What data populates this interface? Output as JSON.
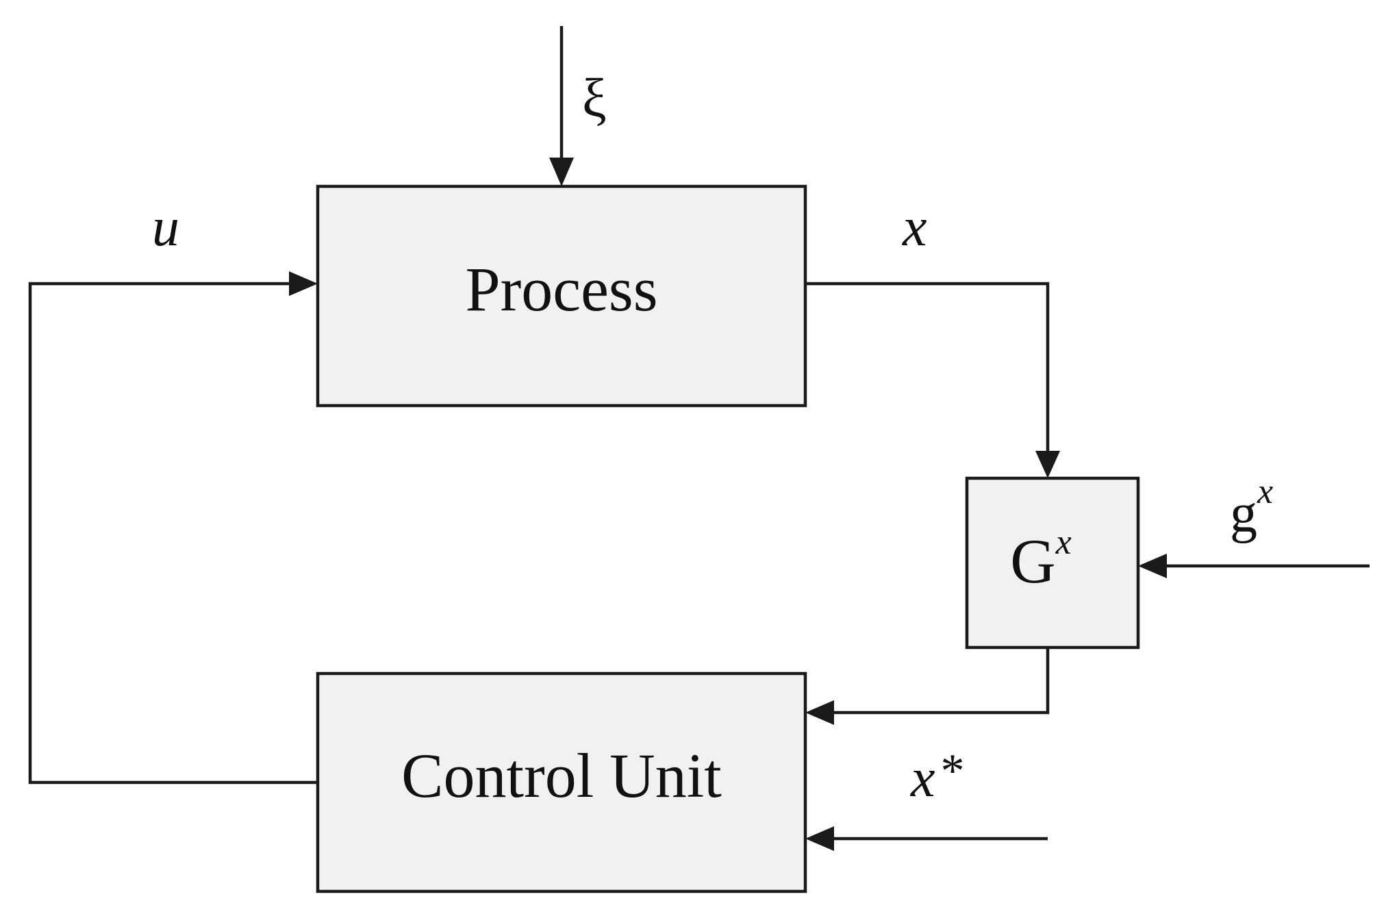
{
  "blocks": {
    "process": "Process",
    "gain_main": "G",
    "gain_sup": "x",
    "control_unit": "Control Unit"
  },
  "signals": {
    "disturbance": "ξ",
    "control_input": "u",
    "state_output": "x",
    "gain_input_main": "g",
    "gain_input_sup": "x",
    "reference_main": "x",
    "reference_star": "*"
  }
}
